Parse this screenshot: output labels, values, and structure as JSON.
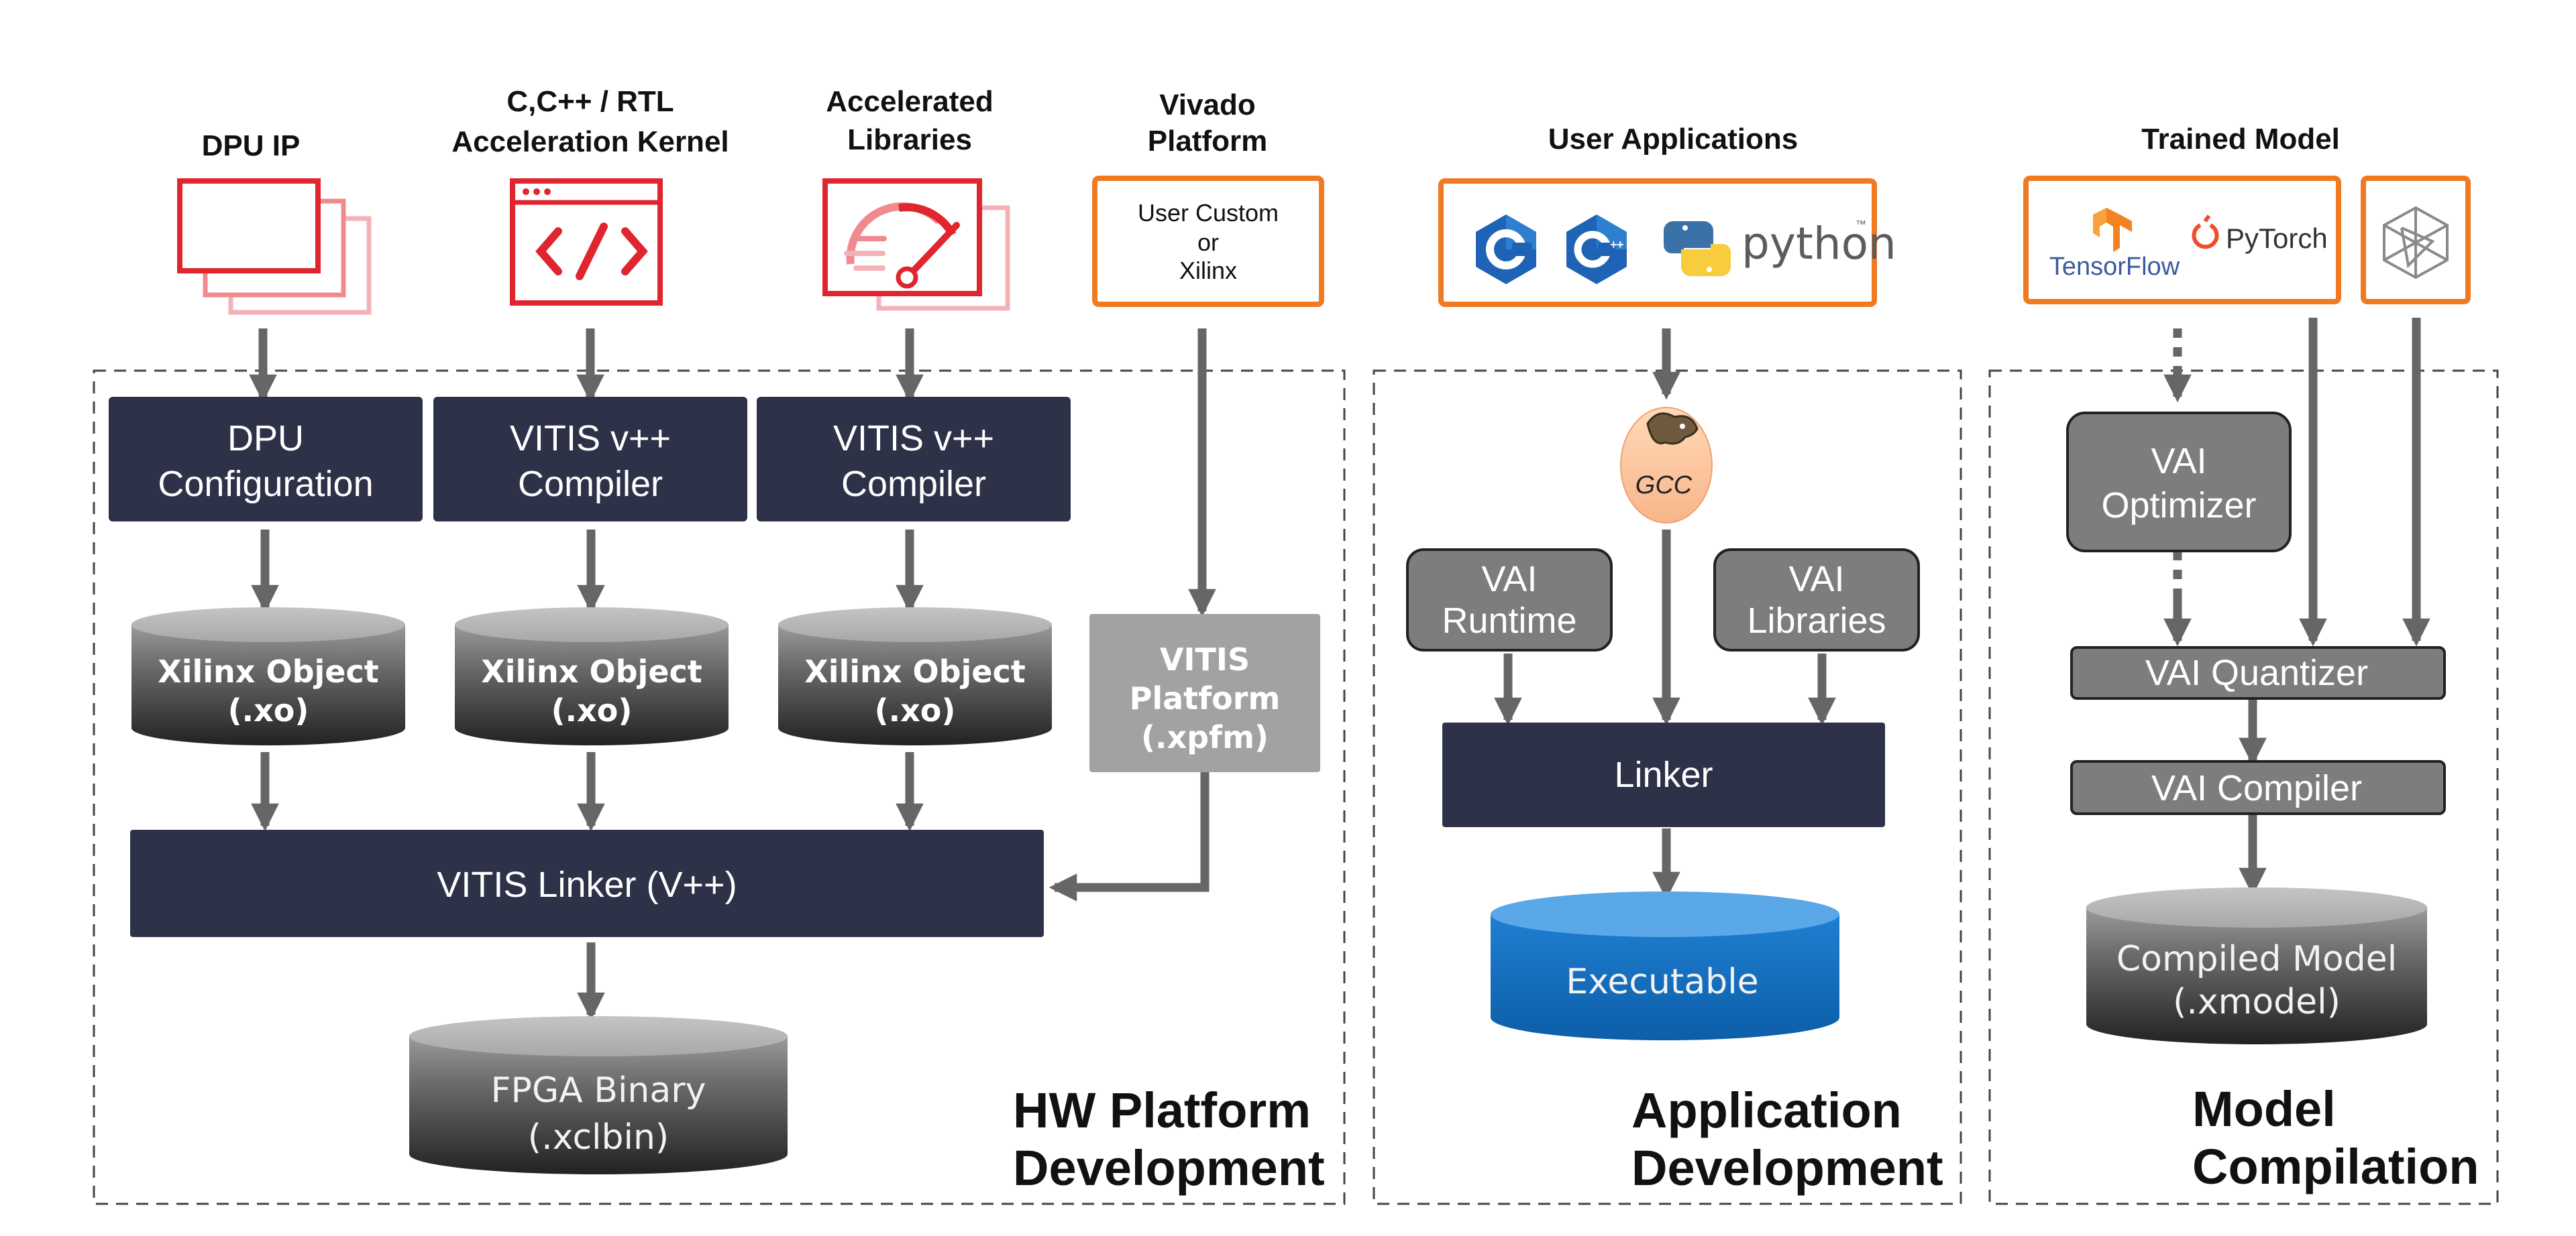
{
  "headers": {
    "dpu_ip": "DPU IP",
    "kernel_line1": "C,C++ / RTL",
    "kernel_line2": "Acceleration Kernel",
    "libs_line1": "Accelerated",
    "libs_line2": "Libraries",
    "vivado_line1": "Vivado",
    "vivado_line2": "Platform",
    "user_apps": "User Applications",
    "trained_model": "Trained Model"
  },
  "vivado_box": {
    "line1": "User Custom",
    "line2": "or",
    "line3": "Xilinx"
  },
  "hw": {
    "dpu_config": [
      "DPU",
      "Configuration"
    ],
    "vitis_compiler_1": [
      "VITIS v++",
      "Compiler"
    ],
    "vitis_compiler_2": [
      "VITIS v++",
      "Compiler"
    ],
    "xo_1": [
      "Xilinx Object",
      "(.xo)"
    ],
    "xo_2": [
      "Xilinx Object",
      "(.xo)"
    ],
    "xo_3": [
      "Xilinx Object",
      "(.xo)"
    ],
    "vitis_platform": [
      "VITIS",
      "Platform",
      "(.xpfm)"
    ],
    "linker": "VITIS Linker (V++)",
    "fpga_binary": [
      "FPGA Binary",
      "(.xclbin)"
    ],
    "title": [
      "HW Platform",
      "Development"
    ]
  },
  "app": {
    "gcc": "GCC",
    "vai_runtime": [
      "VAI",
      "Runtime"
    ],
    "vai_libraries": [
      "VAI",
      "Libraries"
    ],
    "linker": "Linker",
    "executable": "Executable",
    "python": "python",
    "python_tm": "™",
    "title": [
      "Application",
      "Development"
    ]
  },
  "model": {
    "tensorflow": "TensorFlow",
    "pytorch": "PyTorch",
    "vai_optimizer": [
      "VAI",
      "Optimizer"
    ],
    "vai_quantizer": "VAI Quantizer",
    "vai_compiler": "VAI Compiler",
    "compiled_model": [
      "Compiled Model",
      "(.xmodel)"
    ],
    "title": [
      "Model",
      "Compilation"
    ]
  },
  "colors": {
    "navy": "#2e3248",
    "gray_box": "#7d7d7d",
    "xilinx_red": "#e0252f",
    "orange": "#f07a22",
    "executable_blue": "#1b75c8",
    "arrow": "#666666"
  }
}
